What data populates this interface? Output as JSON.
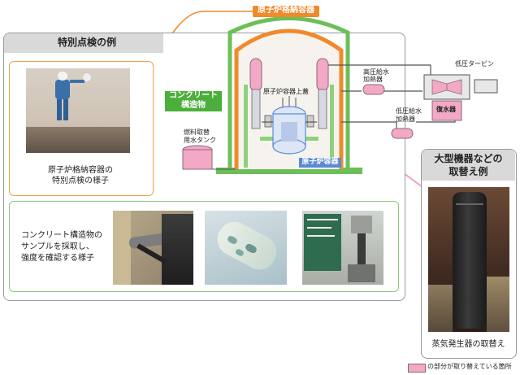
{
  "colors": {
    "orange": "#f08a2c",
    "green": "#4caf3c",
    "pink": "#f0a0c0",
    "blue": "#5a8ad6",
    "panel_border": "#9a9a9a"
  },
  "special_panel": {
    "title": "特別点検の例"
  },
  "containment_caption": [
    "原子炉格納容器の",
    "特別点検の様子"
  ],
  "concrete_caption": [
    "コンクリート構造物の",
    "サンプルを採取し、",
    "強度を確認する様子"
  ],
  "replace_panel": {
    "title": [
      "大型機器などの",
      "取替え例"
    ]
  },
  "replace_caption": "蒸気発生器の取替え",
  "diagram": {
    "containment_label": "原子炉格納容器",
    "concrete_label": [
      "コンクリート",
      "構造物"
    ],
    "rpv_label": "原子炉容器",
    "rpv_head_label": "原子炉容器上蓋",
    "fuel_tank_label": [
      "燃料取替",
      "用水タンク"
    ],
    "hp_heater_label": [
      "高圧給水",
      "加熱器"
    ],
    "lp_heater_label": [
      "低圧給水",
      "加熱器"
    ],
    "turbine_label": "低圧タービン",
    "condenser_label": "復水器"
  },
  "legend": {
    "text": "の部分が取り替えている箇所"
  }
}
